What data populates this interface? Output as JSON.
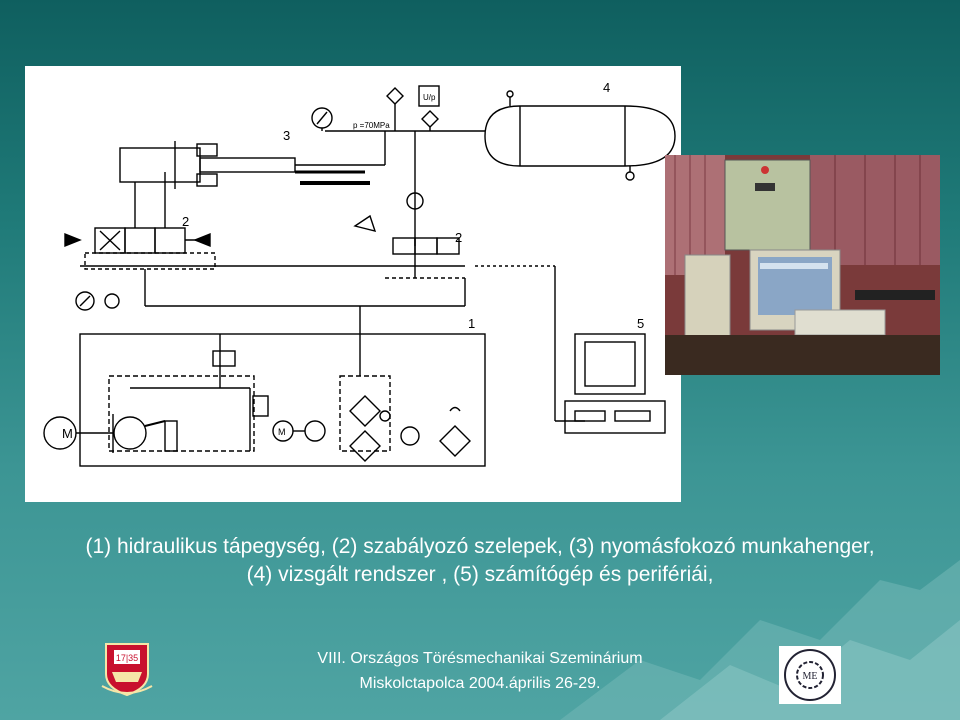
{
  "diagram": {
    "labels": {
      "n1": "1",
      "n2a": "2",
      "n2b": "2",
      "n3": "3",
      "n4": "4",
      "n5": "5"
    },
    "pressure_text": "p  =70MPa",
    "motor_label": "M",
    "motor_small_label": "M",
    "sensor_label": "U/p"
  },
  "caption": {
    "line1": "(1) hidraulikus tápegység, (2) szabályozó szelepek, (3) nyomásfokozó munkahenger,",
    "line2": "(4) vizsgált rendszer , (5) számítógép és perifériái,"
  },
  "footer": {
    "line1": "VIII. Országos Törésmechanikai Szeminárium",
    "line2": "Miskolctapolca 2004.április 26-29."
  },
  "logos": {
    "left_year": "17|35",
    "right_text": "ME"
  },
  "colors": {
    "background": "#1f7a78",
    "caption_text": "#ffffff"
  }
}
